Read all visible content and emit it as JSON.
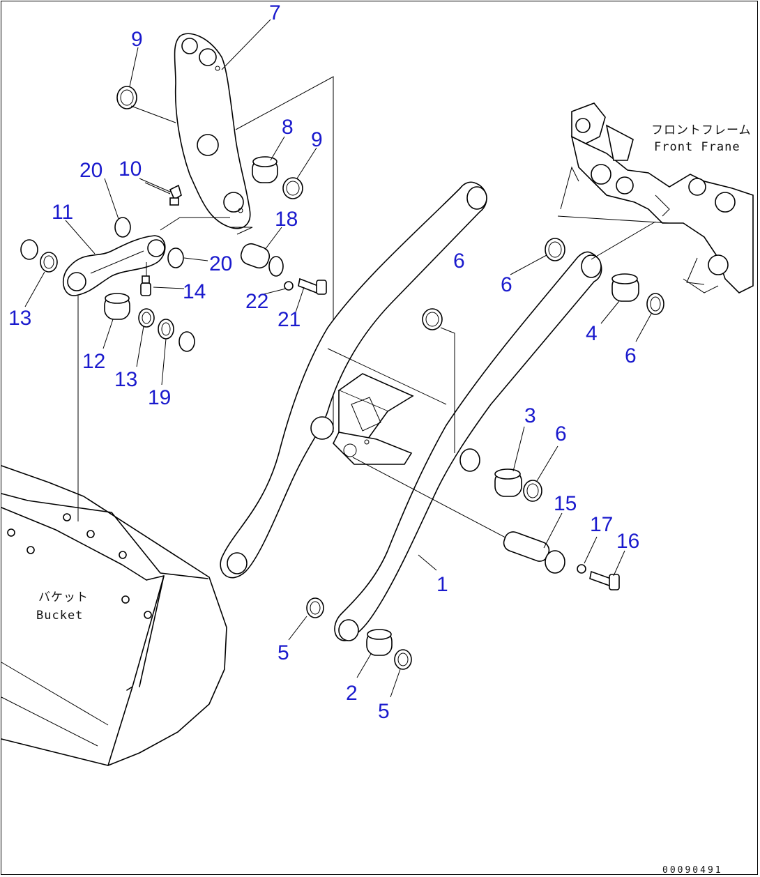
{
  "callouts": [
    {
      "id": "c7",
      "text": "7"
    },
    {
      "id": "c9a",
      "text": "9"
    },
    {
      "id": "c8",
      "text": "8"
    },
    {
      "id": "c9b",
      "text": "9"
    },
    {
      "id": "c20a",
      "text": "20"
    },
    {
      "id": "c10",
      "text": "10"
    },
    {
      "id": "c11",
      "text": "11"
    },
    {
      "id": "c18",
      "text": "18"
    },
    {
      "id": "c20b",
      "text": "20"
    },
    {
      "id": "c14",
      "text": "14"
    },
    {
      "id": "c13a",
      "text": "13"
    },
    {
      "id": "c22",
      "text": "22"
    },
    {
      "id": "c21",
      "text": "21"
    },
    {
      "id": "c12",
      "text": "12"
    },
    {
      "id": "c13b",
      "text": "13"
    },
    {
      "id": "c19",
      "text": "19"
    },
    {
      "id": "c6a",
      "text": "6"
    },
    {
      "id": "c6b",
      "text": "6"
    },
    {
      "id": "c4",
      "text": "4"
    },
    {
      "id": "c6c",
      "text": "6"
    },
    {
      "id": "c3",
      "text": "3"
    },
    {
      "id": "c6d",
      "text": "6"
    },
    {
      "id": "c15",
      "text": "15"
    },
    {
      "id": "c17",
      "text": "17"
    },
    {
      "id": "c16",
      "text": "16"
    },
    {
      "id": "c1",
      "text": "1"
    },
    {
      "id": "c5a",
      "text": "5"
    },
    {
      "id": "c2",
      "text": "2"
    },
    {
      "id": "c5b",
      "text": "5"
    }
  ],
  "labels": {
    "front_frame_jp": "フロントフレーム",
    "front_frame_en": "Front Frane",
    "bucket_jp": "バケット",
    "bucket_en": "Bucket"
  },
  "drawing_number": "00090491",
  "colors": {
    "callout": "#1a1acd",
    "line": "#000000"
  }
}
